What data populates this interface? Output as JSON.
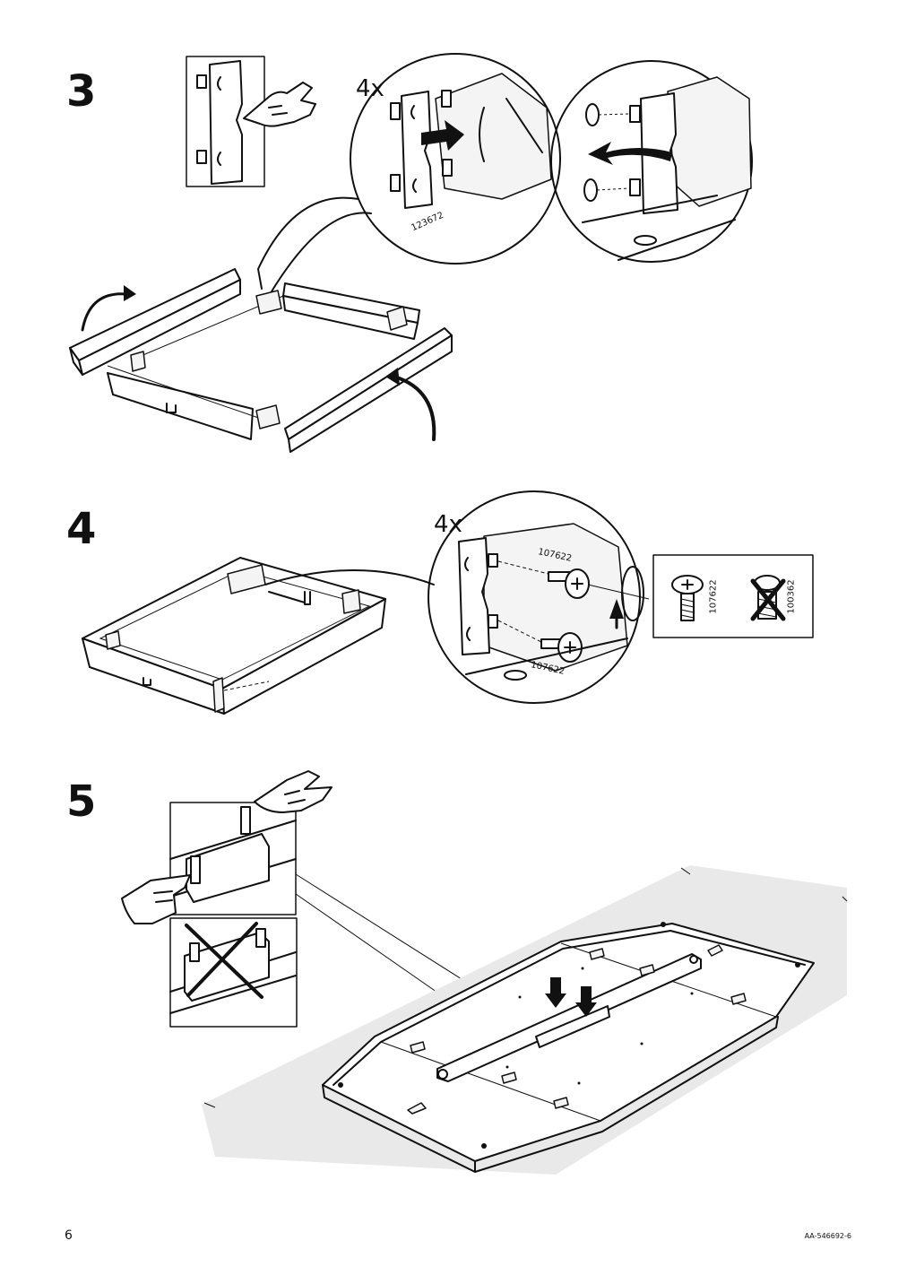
{
  "page": {
    "page_number": "6",
    "doc_code": "AA-546692-6"
  },
  "steps": [
    {
      "number": "3",
      "quantity": "4x",
      "part_number": "123672"
    },
    {
      "number": "4",
      "quantity": "4x",
      "part_number": "107622",
      "part_number_2": "107622",
      "legend_ok": "107622",
      "legend_not_ok": "100362"
    },
    {
      "number": "5"
    }
  ]
}
